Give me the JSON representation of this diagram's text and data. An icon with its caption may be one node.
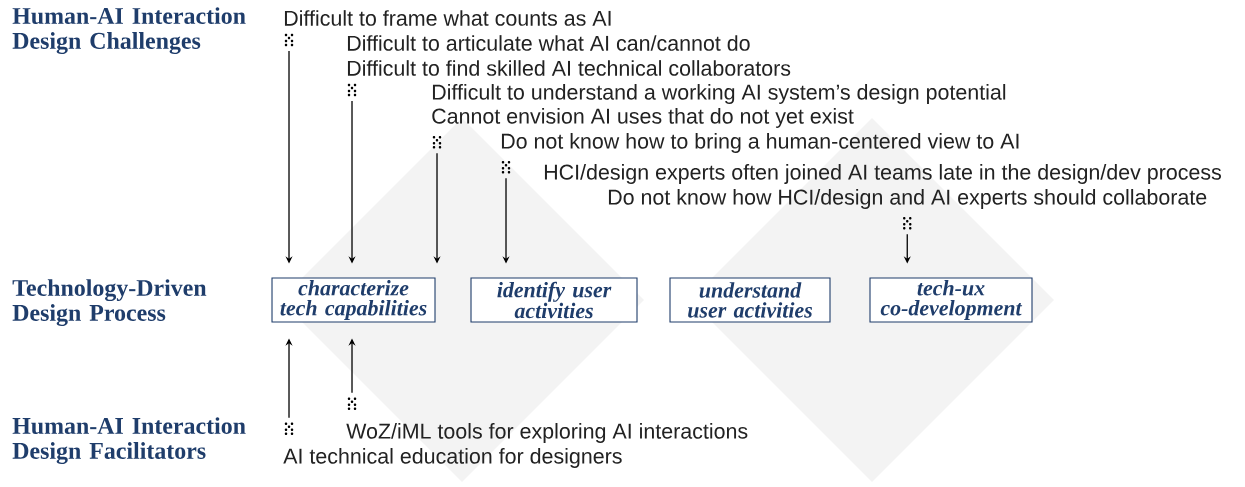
{
  "diagram": {
    "nodes": [
      {
        "text": [
          "Difficult to frame what counts as AI"
        ]
      },
      {
        "text": [
          "Difficult to find skilled AI technical collaborators"
        ]
      },
      {
        "text": [
          "Cannot envision AI uses that do not yet exist"
        ]
      },
      {
        "text": [
          "Do not know how to bring a human-centered view to AI"
        ]
      },
      {
        "text": [
          "Do not know how HCI/design and AI experts should collaborate"
        ]
      },
      {
        "text": [
          "characterize tech capabilities"
        ]
      },
      {
        "text": [
          "identify user activities"
        ]
      },
      {
        "text": [
          "understand user activities"
        ]
      },
      {
        "text": [
          "tech-ux co-development"
        ]
      },
      {
        "text": [
          "WoZ/iML tools for exploring AI interactions"
        ]
      },
      {
        "text": [
          "AI technical education for designers"
        ]
      }
    ],
    "edges": [
      {
        "from": 0,
        "to": 5,
        "arrow": "to"
      },
      {
        "from": 1,
        "to": 5,
        "arrow": "to"
      },
      {
        "from": 2,
        "to": 5,
        "arrow": "to"
      },
      {
        "from": 3,
        "to": 6,
        "arrow": "to"
      },
      {
        "from": 4,
        "to": 8,
        "arrow": "to"
      },
      {
        "from": 9,
        "to": 5,
        "arrow": "to"
      },
      {
        "from": 10,
        "to": 5,
        "arrow": "to"
      }
    ],
    "labels": [
      "Human-AI Interaction Design Challenges",
      "Difficult to articulate what AI can/cannot do",
      "Difficult to understand a working AI system’s design potential",
      "HCI/design experts often joined AI teams late in the design/dev process",
      "Technology-Driven Design Process",
      "Human-AI Interaction Design Facilitators"
    ]
  }
}
